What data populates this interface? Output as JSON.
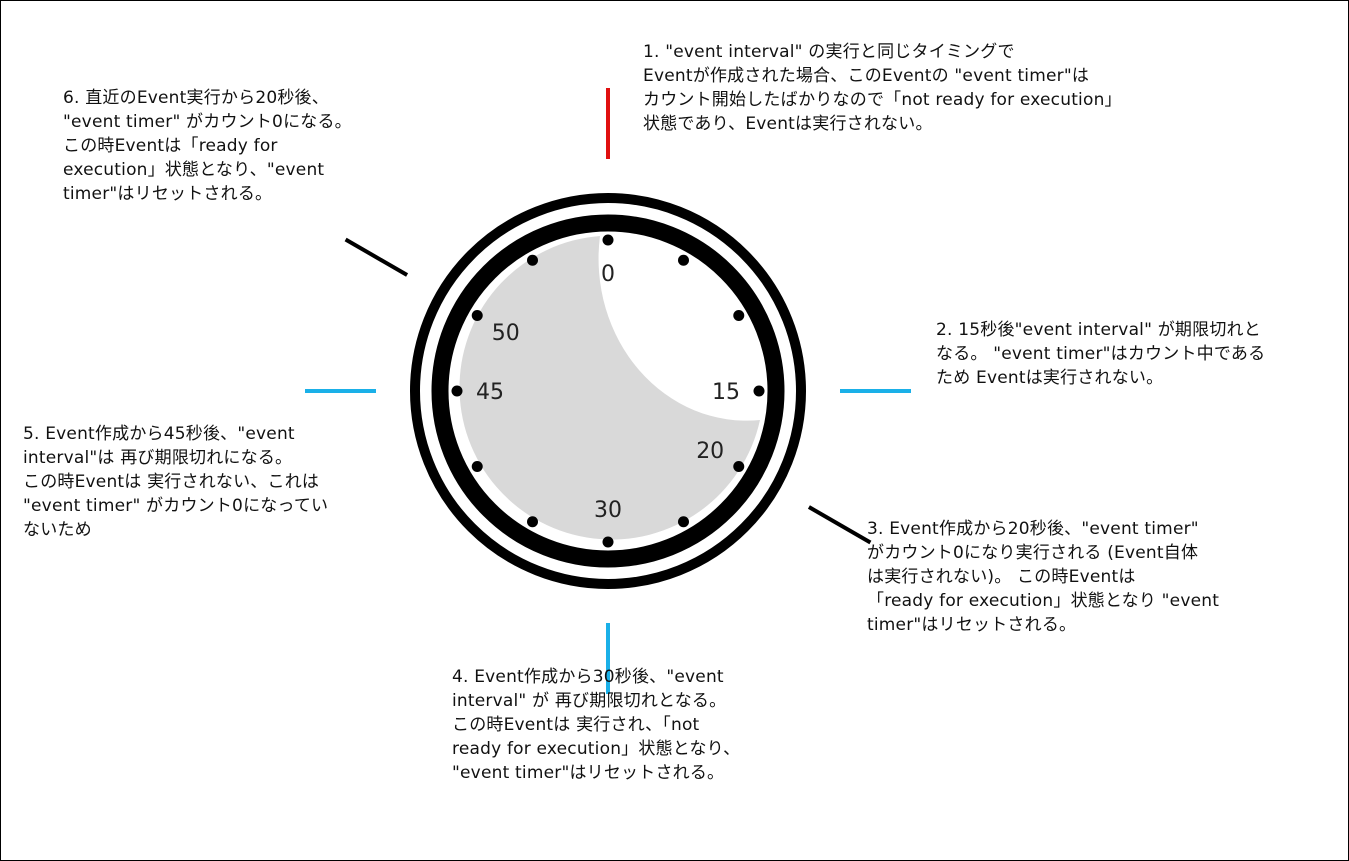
{
  "notes": [
    {
      "id": "1",
      "lines": [
        "1.  \"event interval\" の実行と同じタイミングで",
        "Eventが作成された場合、このEventの \"event timer\"は",
        "カウント開始したばかりなので「not ready for execution」",
        "状態であり、Eventは実行されない。"
      ]
    },
    {
      "id": "2",
      "lines": [
        "2.  15秒後\"event interval\" が期限切れと",
        "なる。 \"event timer\"はカウント中である",
        "ため Eventは実行されない。"
      ]
    },
    {
      "id": "3",
      "lines": [
        "3.  Event作成から20秒後、\"event timer\"",
        "がカウント0になり実行される (Event自体",
        "は実行されない)。 この時Eventは",
        "「ready for execution」状態となり \"event",
        "timer\"はリセットされる。"
      ]
    },
    {
      "id": "4",
      "lines": [
        "4.  Event作成から30秒後、\"event",
        "interval\" が 再び期限切れとなる。",
        "この時Eventは 実行され、「not",
        "ready for execution」状態となり、",
        "\"event timer\"はリセットされる。"
      ]
    },
    {
      "id": "5",
      "lines": [
        "5.  Event作成から45秒後、\"event",
        "interval\"は 再び期限切れになる。",
        "この時Eventは 実行されない、これは",
        "\"event timer\" がカウント0になってい",
        "ないため"
      ]
    },
    {
      "id": "6",
      "lines": [
        "6.  直近のEvent実行から20秒後、",
        "\"event timer\" がカウント0になる。",
        "この時Eventは「ready for",
        "execution」状態となり、\"event",
        "timer\"はリセットされる。"
      ]
    }
  ],
  "clock": {
    "labels": [
      {
        "text": "0",
        "seconds": 0
      },
      {
        "text": "15",
        "seconds": 15
      },
      {
        "text": "20",
        "seconds": 20
      },
      {
        "text": "30",
        "seconds": 30
      },
      {
        "text": "45",
        "seconds": 45
      },
      {
        "text": "50",
        "seconds": 50
      }
    ],
    "dot_seconds": [
      0,
      5,
      10,
      15,
      20,
      25,
      30,
      35,
      40,
      45,
      50,
      55
    ],
    "tick_marks": [
      {
        "name": "tick-0",
        "seconds": 0,
        "color": "#e01010"
      },
      {
        "name": "tick-15",
        "seconds": 15,
        "color": "#1ab0e8"
      },
      {
        "name": "tick-20",
        "seconds": 20,
        "color": "#000000"
      },
      {
        "name": "tick-30",
        "seconds": 30,
        "color": "#1ab0e8"
      },
      {
        "name": "tick-45",
        "seconds": 45,
        "color": "#1ab0e8"
      },
      {
        "name": "tick-50",
        "seconds": 50,
        "color": "#000000"
      }
    ]
  }
}
